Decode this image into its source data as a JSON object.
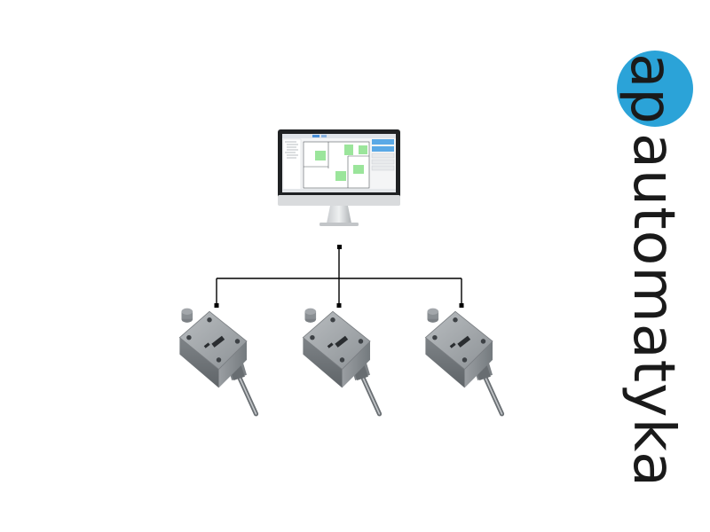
{
  "logo": {
    "brand_name": "automatyka",
    "mark_letters": "ap",
    "text_color": "#1a1a1a",
    "accent_color": "#2ba3d8"
  },
  "computer": {
    "icon": "monitor-icon",
    "screen_content": "floor-plan-software",
    "zone_color": "#9be59b"
  },
  "network": {
    "topology": "bus",
    "line_color": "#000000",
    "sensor_count": 3
  },
  "sensors": [
    {
      "icon": "temperature-sensor-icon",
      "housing_color": "#8f9498"
    },
    {
      "icon": "temperature-sensor-icon",
      "housing_color": "#8f9498"
    },
    {
      "icon": "temperature-sensor-icon",
      "housing_color": "#8f9498"
    }
  ]
}
